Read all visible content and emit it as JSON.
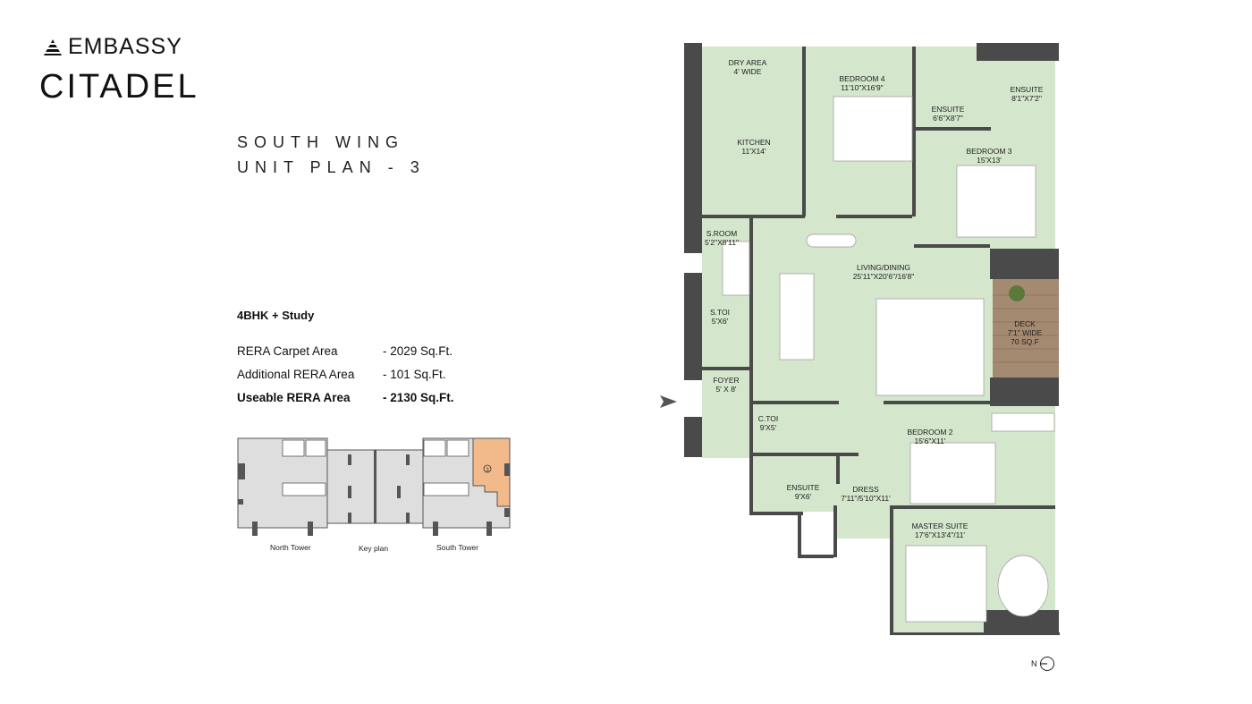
{
  "brand": {
    "company": "EMBASSY",
    "project": "CITADEL",
    "logo_icon": "stepped-pyramid-icon"
  },
  "title": {
    "line1": "SOUTH WING",
    "line2": "UNIT PLAN - 3"
  },
  "unit": {
    "type": "4BHK + Study",
    "areas": [
      {
        "label": "RERA Carpet Area",
        "value": "- 2029 Sq.Ft.",
        "bold": false
      },
      {
        "label": "Additional RERA Area",
        "value": "- 101 Sq.Ft.",
        "bold": false
      },
      {
        "label": "Useable RERA Area",
        "value": "- 2130 Sq.Ft.",
        "bold": true
      }
    ]
  },
  "keyplan": {
    "labels": {
      "north": "North Tower",
      "center": "Key plan",
      "south": "South Tower"
    },
    "highlight_unit": "3",
    "highlight_color": "#f2b98a"
  },
  "floorplan": {
    "colors": {
      "room": "#d4e6cc",
      "wall": "#4a4a4a",
      "deck": "#a58a72",
      "furniture": "#ffffff"
    },
    "rooms": {
      "dry_area": {
        "name": "DRY AREA",
        "size": "4' WIDE"
      },
      "bedroom4": {
        "name": "BEDROOM 4",
        "size": "11'10\"X16'9\""
      },
      "ensuite_b4": {
        "name": "ENSUITE",
        "size": "6'6\"X8'7\""
      },
      "ensuite_b3": {
        "name": "ENSUITE",
        "size": "8'1\"X7'2\""
      },
      "kitchen": {
        "name": "KITCHEN",
        "size": "11'X14'"
      },
      "bedroom3": {
        "name": "BEDROOM 3",
        "size": "15'X13'"
      },
      "sroom": {
        "name": "S.ROOM",
        "size": "5'2\"X8'11\""
      },
      "living": {
        "name": "LIVING/DINING",
        "size": "25'11\"X20'6\"/16'8\""
      },
      "stoi": {
        "name": "S.TOI",
        "size": "5'X6'"
      },
      "deck": {
        "name": "DECK",
        "size": "7'1\" WIDE",
        "area": "70 SQ.F"
      },
      "foyer": {
        "name": "FOYER",
        "size": "5' X 8'"
      },
      "ctoi": {
        "name": "C.TOI",
        "size": "9'X5'"
      },
      "bedroom2": {
        "name": "BEDROOM 2",
        "size": "15'6\"X11'"
      },
      "ensuite_master": {
        "name": "ENSUITE",
        "size": "9'X6'"
      },
      "dress": {
        "name": "DRESS",
        "size": "7'11\"/5'10\"X11'"
      },
      "master": {
        "name": "MASTER SUITE",
        "size": "17'6\"X13'4\"/11'"
      }
    },
    "entry_icon": "entry-arrow-icon"
  },
  "compass": {
    "label": "N",
    "icon": "north-compass-icon"
  }
}
